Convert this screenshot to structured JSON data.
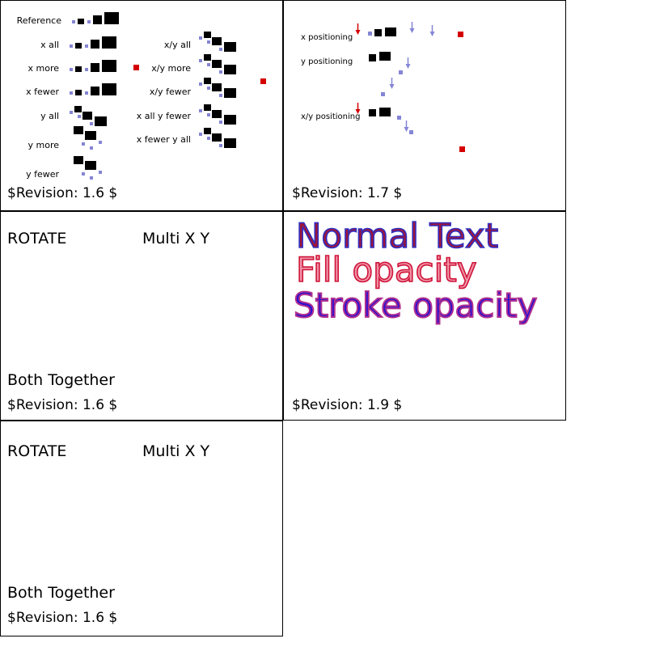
{
  "colors": {
    "mark-blue": "#8585d6",
    "mark-red": "#d40000",
    "normal-fill": "#a01438",
    "normal-stroke": "#3030c0",
    "fillop-fill": "#ef93a8",
    "fillop-stroke": "#d01438",
    "strokeop-fill": "#2a10d0",
    "strokeop-stroke": "#b03090"
  },
  "tspan1": {
    "reference_label": "Reference",
    "left_rows": [
      "x all",
      "x more",
      "x fewer",
      "y all",
      "y more",
      "y fewer"
    ],
    "right_rows": [
      "x/y all",
      "x/y more",
      "x/y fewer",
      "x all y fewer",
      "x fewer y all"
    ],
    "revision": "$Revision: 1.6 $"
  },
  "tspan2": {
    "rows": [
      "x positioning",
      "y positioning",
      "x/y positioning"
    ],
    "revision": "$Revision: 1.7 $"
  },
  "rotate_a": {
    "title": "ROTATE",
    "multi": "Multi X Y",
    "both": "Both Together",
    "revision": "$Revision: 1.6 $"
  },
  "text_props": {
    "line_normal": "Normal Text",
    "line_fill": "Fill opacity",
    "line_stroke": "Stroke opacity",
    "revision": "$Revision: 1.9 $"
  },
  "rotate_b": {
    "title": "ROTATE",
    "multi": "Multi X Y",
    "both": "Both Together",
    "revision": "$Revision: 1.6 $"
  }
}
